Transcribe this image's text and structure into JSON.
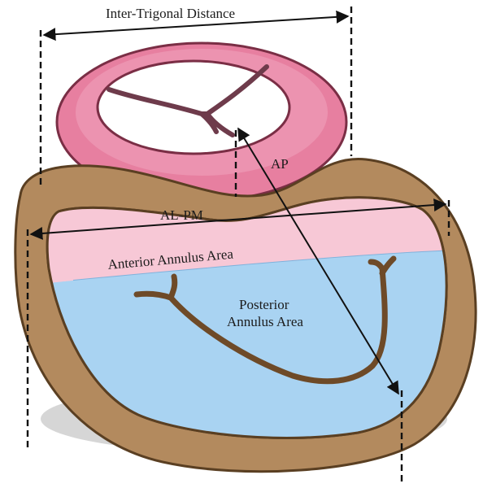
{
  "labels": {
    "inter_trigonal": "Inter-Trigonal Distance",
    "ap": "AP",
    "al_pm": "AL-PM",
    "anterior_area": "Anterior Annulus Area",
    "posterior_line1": "Posterior",
    "posterior_line2": "Annulus Area"
  },
  "colors": {
    "annulus_brown": "#b38a5e",
    "annulus_outline": "#5a3f22",
    "ring_pink": "#e77fa0",
    "anterior_pink": "#f7c8d6",
    "posterior_blue": "#a9d3f2",
    "shadow_gray": "#cfcfcf"
  }
}
